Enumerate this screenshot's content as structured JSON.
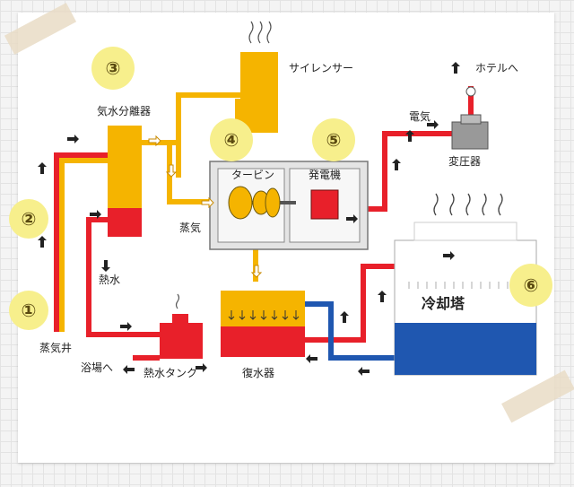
{
  "labels": {
    "silencer": "サイレンサー",
    "separator": "気水分離器",
    "turbine": "タービン",
    "generator": "発電機",
    "steam": "蒸気",
    "hot_water": "熱水",
    "electricity": "電気",
    "transformer": "変圧器",
    "to_hotel": "ホテルへ",
    "cooling_tower": "冷却塔",
    "well": "蒸気井",
    "to_bath": "浴場へ",
    "hot_water_tank": "熱水タンク",
    "condenser": "復水器"
  },
  "steps": [
    "①",
    "②",
    "③",
    "④",
    "⑤",
    "⑥"
  ],
  "colors": {
    "steam": "#f5b400",
    "hot_water": "#e8202a",
    "cooling_water": "#1f57b0",
    "equipment_frame": "#888888",
    "badge": "#f7ef8c"
  }
}
